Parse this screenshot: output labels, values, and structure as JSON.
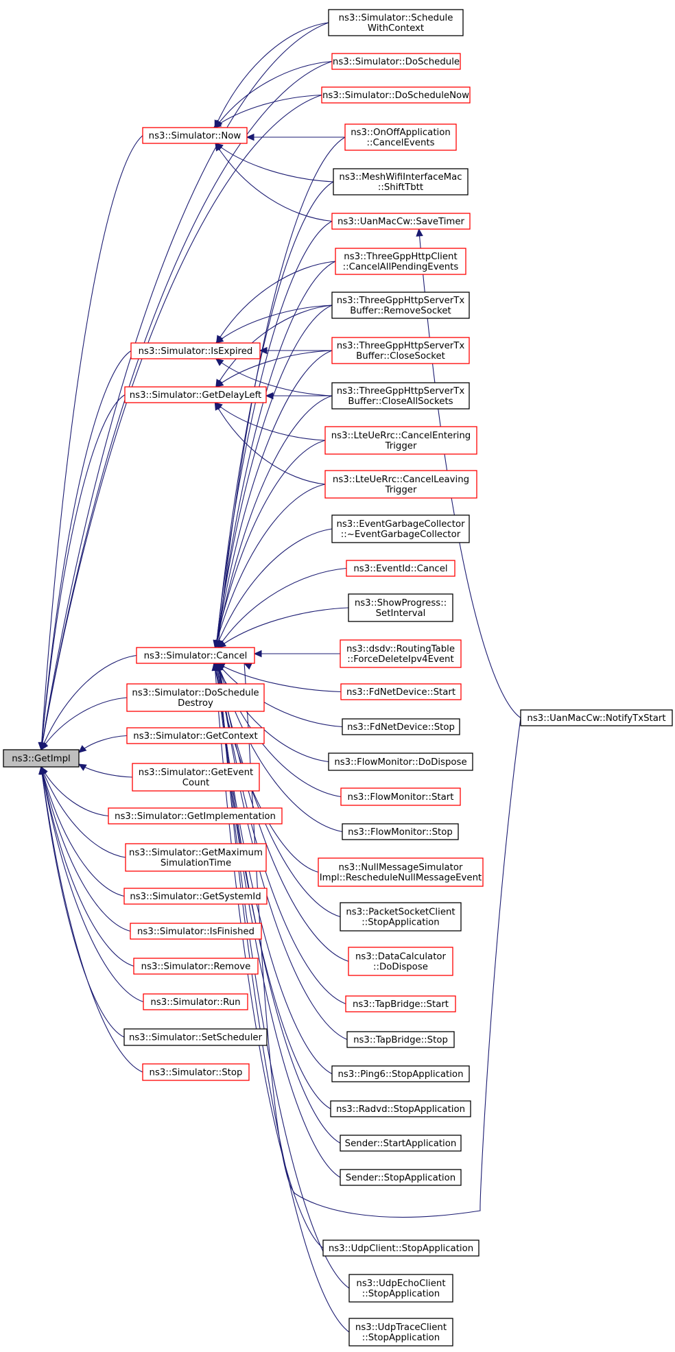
{
  "colors": {
    "edge": "#191970",
    "node_border_black": "#000000",
    "node_border_red": "#ff0000",
    "root_fill": "#bfbfbf"
  },
  "nodes": {
    "getimpl": {
      "lines": [
        "ns3::GetImpl"
      ],
      "style": "root"
    },
    "now": {
      "lines": [
        "ns3::Simulator::Now"
      ],
      "style": "red"
    },
    "isexpired": {
      "lines": [
        "ns3::Simulator::IsExpired"
      ],
      "style": "red"
    },
    "getdelayleft": {
      "lines": [
        "ns3::Simulator::GetDelayLeft"
      ],
      "style": "red"
    },
    "cancel": {
      "lines": [
        "ns3::Simulator::Cancel"
      ],
      "style": "red"
    },
    "doscheduledestroy": {
      "lines": [
        "ns3::Simulator::DoSchedule",
        "Destroy"
      ],
      "style": "red"
    },
    "getcontext": {
      "lines": [
        "ns3::Simulator::GetContext"
      ],
      "style": "red"
    },
    "geteventcount": {
      "lines": [
        "ns3::Simulator::GetEvent",
        "Count"
      ],
      "style": "red"
    },
    "getimplementation": {
      "lines": [
        "ns3::Simulator::GetImplementation"
      ],
      "style": "red"
    },
    "getmaxsimtime": {
      "lines": [
        "ns3::Simulator::GetMaximum",
        "SimulationTime"
      ],
      "style": "red"
    },
    "getsystemid": {
      "lines": [
        "ns3::Simulator::GetSystemId"
      ],
      "style": "red"
    },
    "isfinished": {
      "lines": [
        "ns3::Simulator::IsFinished"
      ],
      "style": "red"
    },
    "remove": {
      "lines": [
        "ns3::Simulator::Remove"
      ],
      "style": "red"
    },
    "run": {
      "lines": [
        "ns3::Simulator::Run"
      ],
      "style": "red"
    },
    "setscheduler": {
      "lines": [
        "ns3::Simulator::SetScheduler"
      ],
      "style": "black"
    },
    "stop": {
      "lines": [
        "ns3::Simulator::Stop"
      ],
      "style": "red"
    },
    "schedulewithcontext": {
      "lines": [
        "ns3::Simulator::Schedule",
        "WithContext"
      ],
      "style": "black"
    },
    "doschedule": {
      "lines": [
        "ns3::Simulator::DoSchedule"
      ],
      "style": "red"
    },
    "doschedulenow": {
      "lines": [
        "ns3::Simulator::DoScheduleNow"
      ],
      "style": "red"
    },
    "onoffcancel": {
      "lines": [
        "ns3::OnOffApplication",
        "::CancelEvents"
      ],
      "style": "red"
    },
    "meshshift": {
      "lines": [
        "ns3::MeshWifiInterfaceMac",
        "::ShiftTbtt"
      ],
      "style": "black"
    },
    "uansavetimer": {
      "lines": [
        "ns3::UanMacCw::SaveTimer"
      ],
      "style": "red"
    },
    "httpclientcancel": {
      "lines": [
        "ns3::ThreeGppHttpClient",
        "::CancelAllPendingEvents"
      ],
      "style": "red"
    },
    "httpremovesocket": {
      "lines": [
        "ns3::ThreeGppHttpServerTx",
        "Buffer::RemoveSocket"
      ],
      "style": "black"
    },
    "httpclosesocket": {
      "lines": [
        "ns3::ThreeGppHttpServerTx",
        "Buffer::CloseSocket"
      ],
      "style": "red"
    },
    "httpcloseall": {
      "lines": [
        "ns3::ThreeGppHttpServerTx",
        "Buffer::CloseAllSockets"
      ],
      "style": "black"
    },
    "ltecancelentering": {
      "lines": [
        "ns3::LteUeRrc::CancelEntering",
        "Trigger"
      ],
      "style": "red"
    },
    "ltecancelleaving": {
      "lines": [
        "ns3::LteUeRrc::CancelLeaving",
        "Trigger"
      ],
      "style": "red"
    },
    "eventgc": {
      "lines": [
        "ns3::EventGarbageCollector",
        "::~EventGarbageCollector"
      ],
      "style": "black"
    },
    "eventidcancel": {
      "lines": [
        "ns3::EventId::Cancel"
      ],
      "style": "red"
    },
    "showprogress": {
      "lines": [
        "ns3::ShowProgress::",
        "SetInterval"
      ],
      "style": "black"
    },
    "dsdvforcedelete": {
      "lines": [
        "ns3::dsdv::RoutingTable",
        "::ForceDeleteIpv4Event"
      ],
      "style": "red"
    },
    "fdnetstart": {
      "lines": [
        "ns3::FdNetDevice::Start"
      ],
      "style": "red"
    },
    "fdnetstop": {
      "lines": [
        "ns3::FdNetDevice::Stop"
      ],
      "style": "black"
    },
    "flowdodispose": {
      "lines": [
        "ns3::FlowMonitor::DoDispose"
      ],
      "style": "black"
    },
    "flowstart": {
      "lines": [
        "ns3::FlowMonitor::Start"
      ],
      "style": "red"
    },
    "flowstop": {
      "lines": [
        "ns3::FlowMonitor::Stop"
      ],
      "style": "black"
    },
    "nullmsg": {
      "lines": [
        "ns3::NullMessageSimulator",
        "Impl::RescheduleNullMessageEvent"
      ],
      "style": "red"
    },
    "packetsocketstop": {
      "lines": [
        "ns3::PacketSocketClient",
        "::StopApplication"
      ],
      "style": "black"
    },
    "datacalcdispose": {
      "lines": [
        "ns3::DataCalculator",
        "::DoDispose"
      ],
      "style": "red"
    },
    "tapstart": {
      "lines": [
        "ns3::TapBridge::Start"
      ],
      "style": "red"
    },
    "tapstop": {
      "lines": [
        "ns3::TapBridge::Stop"
      ],
      "style": "black"
    },
    "ping6stop": {
      "lines": [
        "ns3::Ping6::StopApplication"
      ],
      "style": "black"
    },
    "radvdstop": {
      "lines": [
        "ns3::Radvd::StopApplication"
      ],
      "style": "black"
    },
    "senderstart": {
      "lines": [
        "Sender::StartApplication"
      ],
      "style": "black"
    },
    "senderstop": {
      "lines": [
        "Sender::StopApplication"
      ],
      "style": "black"
    },
    "udpclientstop": {
      "lines": [
        "ns3::UdpClient::StopApplication"
      ],
      "style": "black"
    },
    "udpechostop": {
      "lines": [
        "ns3::UdpEchoClient",
        "::StopApplication"
      ],
      "style": "black"
    },
    "udptracestop": {
      "lines": [
        "ns3::UdpTraceClient",
        "::StopApplication"
      ],
      "style": "black"
    },
    "uannotifytx": {
      "lines": [
        "ns3::UanMacCw::NotifyTxStart"
      ],
      "style": "black"
    }
  },
  "edges": [
    {
      "from": "schedulewithcontext",
      "to": "getimpl"
    },
    {
      "from": "doschedule",
      "to": "getimpl"
    },
    {
      "from": "doschedulenow",
      "to": "getimpl"
    },
    {
      "from": "now",
      "to": "getimpl"
    },
    {
      "from": "isexpired",
      "to": "getimpl"
    },
    {
      "from": "getdelayleft",
      "to": "getimpl"
    },
    {
      "from": "cancel",
      "to": "getimpl"
    },
    {
      "from": "doscheduledestroy",
      "to": "getimpl"
    },
    {
      "from": "getcontext",
      "to": "getimpl"
    },
    {
      "from": "geteventcount",
      "to": "getimpl"
    },
    {
      "from": "getimplementation",
      "to": "getimpl"
    },
    {
      "from": "getmaxsimtime",
      "to": "getimpl"
    },
    {
      "from": "getsystemid",
      "to": "getimpl"
    },
    {
      "from": "isfinished",
      "to": "getimpl"
    },
    {
      "from": "remove",
      "to": "getimpl"
    },
    {
      "from": "run",
      "to": "getimpl"
    },
    {
      "from": "setscheduler",
      "to": "getimpl"
    },
    {
      "from": "stop",
      "to": "getimpl"
    },
    {
      "from": "schedulewithcontext",
      "to": "now"
    },
    {
      "from": "doschedule",
      "to": "now"
    },
    {
      "from": "doschedulenow",
      "to": "now"
    },
    {
      "from": "onoffcancel",
      "to": "now"
    },
    {
      "from": "meshshift",
      "to": "now"
    },
    {
      "from": "uansavetimer",
      "to": "now"
    },
    {
      "from": "httpclientcancel",
      "to": "isexpired"
    },
    {
      "from": "httpremovesocket",
      "to": "isexpired"
    },
    {
      "from": "httpclosesocket",
      "to": "isexpired"
    },
    {
      "from": "httpcloseall",
      "to": "isexpired"
    },
    {
      "from": "httpremovesocket",
      "to": "getdelayleft"
    },
    {
      "from": "httpclosesocket",
      "to": "getdelayleft"
    },
    {
      "from": "httpcloseall",
      "to": "getdelayleft"
    },
    {
      "from": "ltecancelentering",
      "to": "getdelayleft"
    },
    {
      "from": "ltecancelleaving",
      "to": "getdelayleft"
    },
    {
      "from": "onoffcancel",
      "to": "cancel"
    },
    {
      "from": "meshshift",
      "to": "cancel"
    },
    {
      "from": "uansavetimer",
      "to": "cancel"
    },
    {
      "from": "httpclientcancel",
      "to": "cancel"
    },
    {
      "from": "httpremovesocket",
      "to": "cancel"
    },
    {
      "from": "httpclosesocket",
      "to": "cancel"
    },
    {
      "from": "httpcloseall",
      "to": "cancel"
    },
    {
      "from": "ltecancelentering",
      "to": "cancel"
    },
    {
      "from": "ltecancelleaving",
      "to": "cancel"
    },
    {
      "from": "eventgc",
      "to": "cancel"
    },
    {
      "from": "eventidcancel",
      "to": "cancel"
    },
    {
      "from": "showprogress",
      "to": "cancel"
    },
    {
      "from": "dsdvforcedelete",
      "to": "cancel"
    },
    {
      "from": "fdnetstart",
      "to": "cancel"
    },
    {
      "from": "fdnetstop",
      "to": "cancel"
    },
    {
      "from": "flowdodispose",
      "to": "cancel"
    },
    {
      "from": "flowstart",
      "to": "cancel"
    },
    {
      "from": "flowstop",
      "to": "cancel"
    },
    {
      "from": "nullmsg",
      "to": "cancel"
    },
    {
      "from": "packetsocketstop",
      "to": "cancel"
    },
    {
      "from": "datacalcdispose",
      "to": "cancel"
    },
    {
      "from": "tapstart",
      "to": "cancel"
    },
    {
      "from": "tapstop",
      "to": "cancel"
    },
    {
      "from": "ping6stop",
      "to": "cancel"
    },
    {
      "from": "radvdstop",
      "to": "cancel"
    },
    {
      "from": "senderstart",
      "to": "cancel"
    },
    {
      "from": "senderstop",
      "to": "cancel"
    },
    {
      "from": "uannotifytx",
      "to": "cancel"
    },
    {
      "from": "udpclientstop",
      "to": "cancel"
    },
    {
      "from": "udpechostop",
      "to": "cancel"
    },
    {
      "from": "udptracestop",
      "to": "cancel"
    },
    {
      "from": "uannotifytx",
      "to": "uansavetimer"
    }
  ]
}
